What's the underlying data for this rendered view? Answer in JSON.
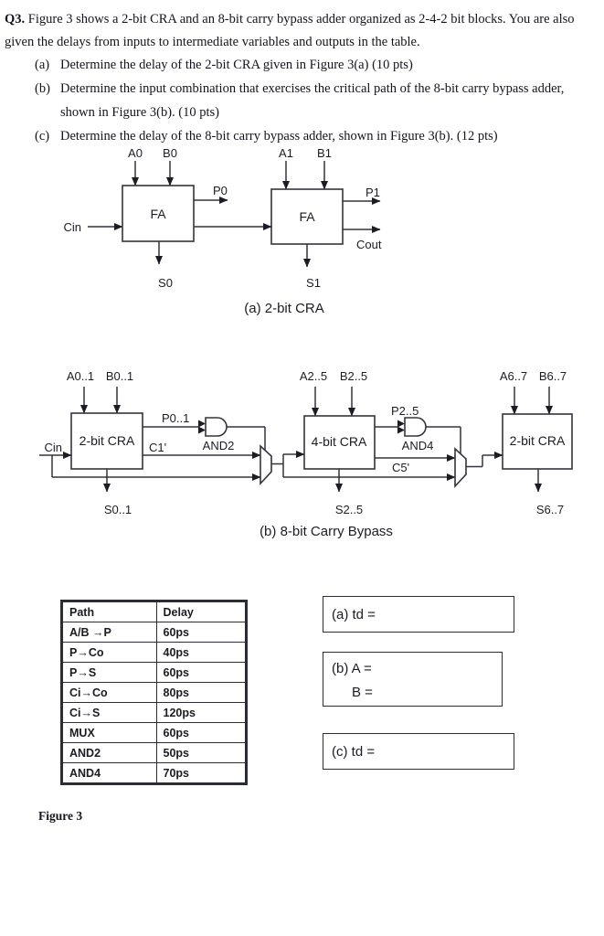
{
  "colors": {
    "ink": "#14141c",
    "wire": "#33333b",
    "background": "#ffffff"
  },
  "intro": {
    "q": "Q3.",
    "text": " Figure 3 shows a 2-bit CRA and an 8-bit carry bypass adder organized as 2-4-2 bit blocks. You are also given the delays from inputs to intermediate variables and outputs in the table."
  },
  "items": [
    {
      "marker": "(a)",
      "text": "Determine the delay of the 2-bit CRA given in Figure 3(a) (10 pts)"
    },
    {
      "marker": "(b)",
      "text": "Determine the input combination that exercises the critical path of the 8-bit carry bypass adder, shown in Figure 3(b). (10 pts)"
    },
    {
      "marker": "(c)",
      "text": "Determine the delay of the 8-bit carry bypass adder, shown in Figure 3(b). (12 pts)"
    }
  ],
  "diagram_a": {
    "caption": "(a) 2-bit CRA",
    "a0": "A0",
    "b0": "B0",
    "a1": "A1",
    "b1": "B1",
    "fa_left": "FA",
    "fa_right": "FA",
    "p0": "P0",
    "p1": "P1",
    "cin": "Cin",
    "cout": "Cout",
    "s0": "S0",
    "s1": "S1"
  },
  "diagram_b": {
    "caption": "(b) 8-bit Carry Bypass",
    "cin": "Cin",
    "stage1": {
      "a": "A0..1",
      "b": "B0..1",
      "block": "2-bit CRA",
      "p": "P0..1",
      "and": "AND2",
      "c": "C1'",
      "s": "S0..1"
    },
    "stage2": {
      "a": "A2..5",
      "b": "B2..5",
      "block": "4-bit CRA",
      "p": "P2..5",
      "and": "AND4",
      "c": "C5'",
      "s": "S2..5"
    },
    "stage3": {
      "a": "A6..7",
      "b": "B6..7",
      "block": "2-bit CRA",
      "s": "S6..7"
    }
  },
  "table": {
    "headers": [
      "Path",
      "Delay"
    ],
    "rows": [
      [
        "A/B →P",
        "60ps"
      ],
      [
        "P→Co",
        "40ps"
      ],
      [
        "P→S",
        "60ps"
      ],
      [
        "Ci→Co",
        "80ps"
      ],
      [
        "Ci→S",
        "120ps"
      ],
      [
        "MUX",
        "60ps"
      ],
      [
        "AND2",
        "50ps"
      ],
      [
        "AND4",
        "70ps"
      ]
    ]
  },
  "answers": {
    "a_label": "(a) td =",
    "b_label_a": "(b) A =",
    "b_label_b": "B =",
    "c_label": "(c) td ="
  },
  "figure_label": "Figure 3"
}
